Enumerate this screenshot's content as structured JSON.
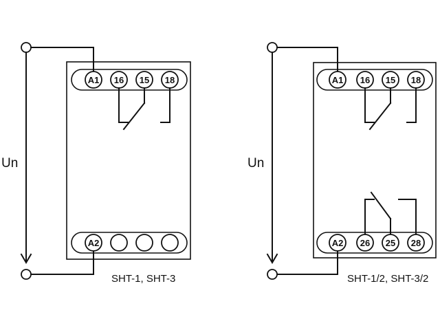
{
  "diagrams": [
    {
      "model": "SHT-1, SHT-3",
      "supply_label": "Un",
      "top_terminals": [
        "A1",
        "16",
        "15",
        "18"
      ],
      "bottom_terminals": [
        "A2",
        "",
        "",
        ""
      ]
    },
    {
      "model": "SHT-1/2, SHT-3/2",
      "supply_label": "Un",
      "top_terminals": [
        "A1",
        "16",
        "15",
        "18"
      ],
      "bottom_terminals": [
        "A2",
        "26",
        "25",
        "28"
      ]
    }
  ],
  "colors": {
    "line": "#111111",
    "background": "#ffffff"
  }
}
